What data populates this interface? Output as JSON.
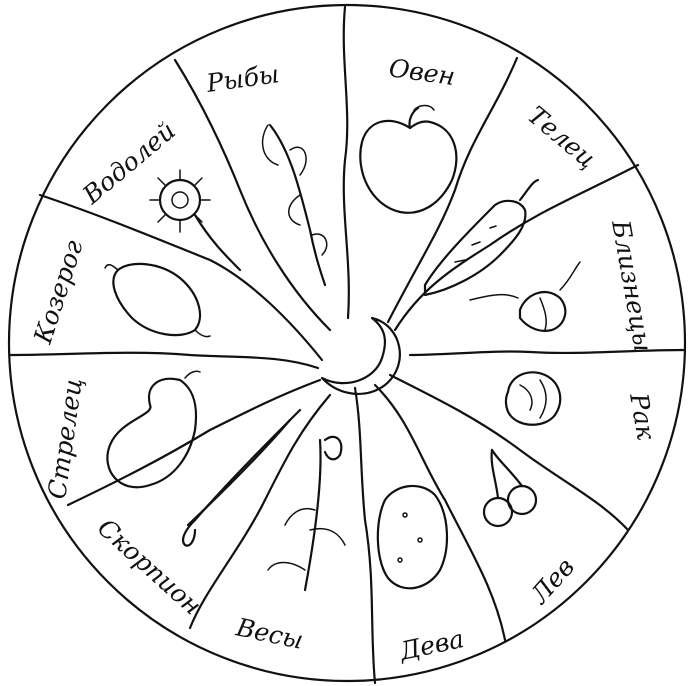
{
  "signs": [
    {
      "label": "Овен",
      "plant": "apple-icon"
    },
    {
      "label": "Телец",
      "plant": "carrot-icon"
    },
    {
      "label": "Близнецы",
      "plant": "bean-icon"
    },
    {
      "label": "Рак",
      "plant": "cabbage-icon"
    },
    {
      "label": "Лев",
      "plant": "cherry-icon"
    },
    {
      "label": "Дева",
      "plant": "potato-icon"
    },
    {
      "label": "Весы",
      "plant": "flowering-plant-icon"
    },
    {
      "label": "Скорпион",
      "plant": "green-onion-icon"
    },
    {
      "label": "Стрелец",
      "plant": "pear-icon"
    },
    {
      "label": "Козерог",
      "plant": "onion-bulb-icon"
    },
    {
      "label": "Водолей",
      "plant": "flower-icon"
    },
    {
      "label": "Рыбы",
      "plant": "leafy-plant-icon"
    }
  ],
  "center": {
    "symbol": "crescent-moon-icon"
  },
  "colors": {
    "ink": "#111111",
    "paper": "#ffffff"
  }
}
